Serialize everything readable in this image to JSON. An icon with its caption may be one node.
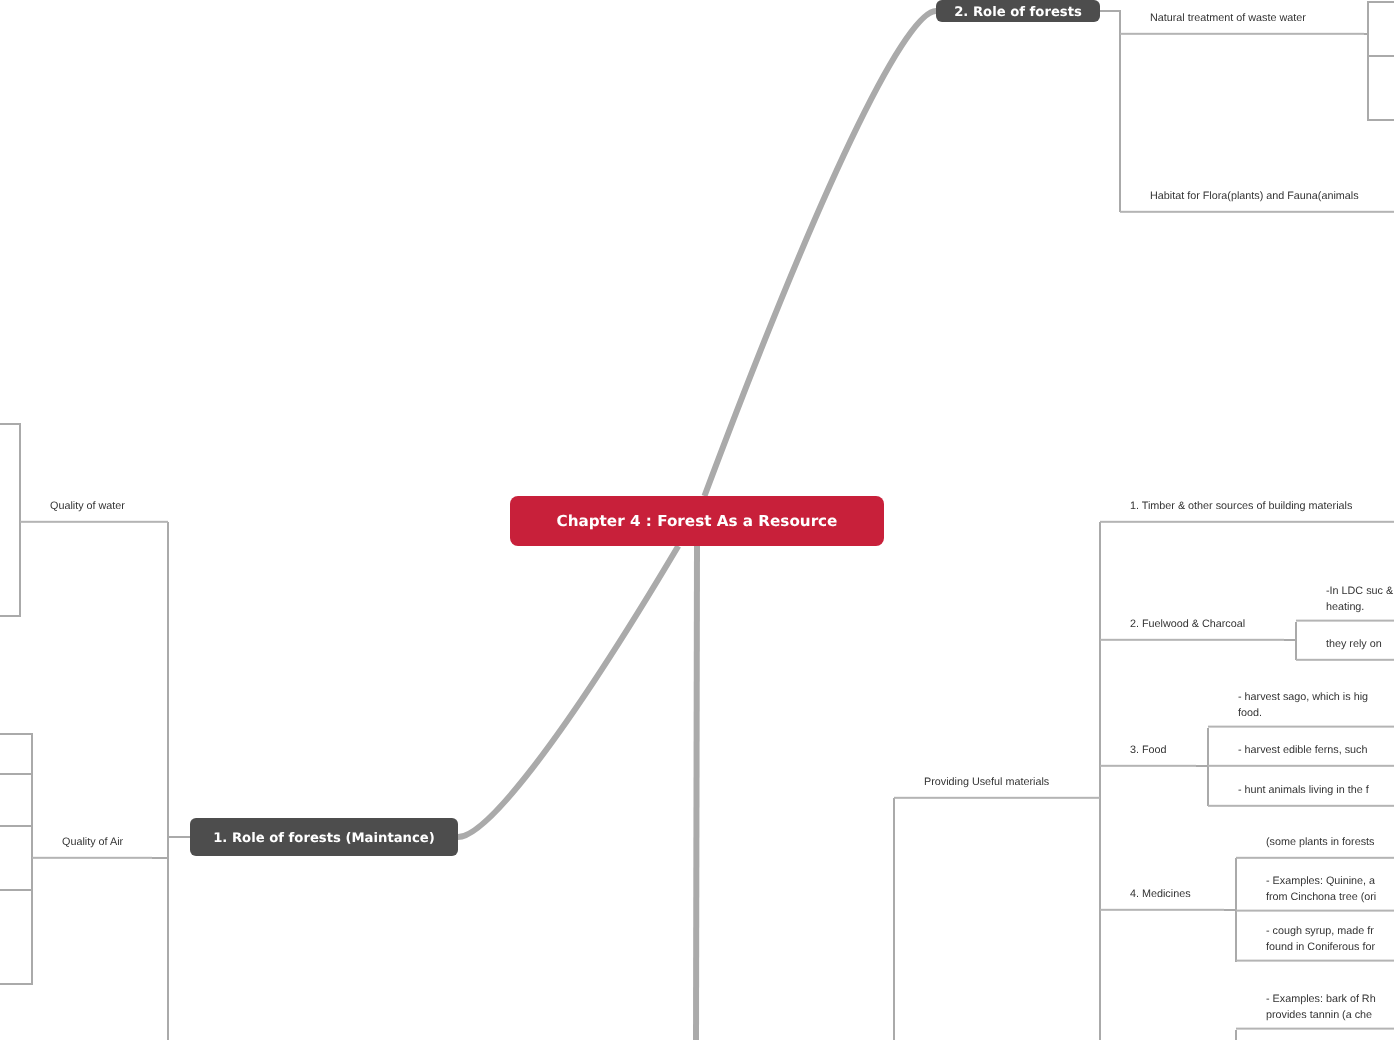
{
  "diagram": {
    "nodes": [
      {
        "text": [
          "Chapter 4 : Forest As a Resource"
        ]
      },
      {
        "text": [
          "2. Role of forests"
        ]
      },
      {
        "text": [
          "1. Role of forests (Maintance)"
        ]
      },
      {
        "text": [
          "Natural treatment of waste water"
        ]
      },
      {
        "text": [
          "Habitat for Flora(plants) and Fauna(animals"
        ]
      },
      {
        "text": [
          "Quality of water"
        ]
      },
      {
        "text": [
          "Quality of Air"
        ]
      },
      {
        "text": [
          "Providing Useful materials"
        ]
      },
      {
        "text": [
          "1. Timber & other sources of building materials"
        ]
      },
      {
        "text": [
          "2. Fuelwood & Charcoal"
        ]
      },
      {
        "text": [
          "3. Food"
        ]
      },
      {
        "text": [
          "4. Medicines"
        ]
      },
      {
        "text": [
          "-In LDC suc & heating."
        ]
      },
      {
        "text": [
          "they rely on"
        ]
      },
      {
        "text": [
          "- harvest sago, which is hig food."
        ]
      },
      {
        "text": [
          "- harvest edible ferns, such"
        ]
      },
      {
        "text": [
          "- hunt animals living in the f"
        ]
      },
      {
        "text": [
          "(some plants in forests"
        ]
      },
      {
        "text": [
          "- Examples: Quinine, a from Cinchona tree (ori"
        ]
      },
      {
        "text": [
          "- cough syrup, made fr found in Coniferous for"
        ]
      },
      {
        "text": [
          "- Examples: bark of Rh provides tannin (a che"
        ]
      }
    ],
    "edges": [
      {
        "from": 0,
        "to": 1,
        "arrow": "none",
        "style": "thick"
      },
      {
        "from": 0,
        "to": 2,
        "arrow": "none",
        "style": "thick"
      },
      {
        "from": 0,
        "to": null,
        "arrow": "none",
        "style": "thick"
      },
      {
        "from": 1,
        "to": 3,
        "arrow": "none"
      },
      {
        "from": 1,
        "to": 4,
        "arrow": "none"
      },
      {
        "from": 3,
        "to": null,
        "arrow": "none"
      },
      {
        "from": 2,
        "to": 5,
        "arrow": "none"
      },
      {
        "from": 2,
        "to": 6,
        "arrow": "none"
      },
      {
        "from": 2,
        "to": null,
        "arrow": "none"
      },
      {
        "from": 5,
        "to": null,
        "arrow": "none"
      },
      {
        "from": 6,
        "to": null,
        "arrow": "none"
      },
      {
        "from": null,
        "to": 7,
        "arrow": "none"
      },
      {
        "from": 7,
        "to": 8,
        "arrow": "none"
      },
      {
        "from": 7,
        "to": 9,
        "arrow": "none"
      },
      {
        "from": 7,
        "to": 10,
        "arrow": "none"
      },
      {
        "from": 7,
        "to": 11,
        "arrow": "none"
      },
      {
        "from": 7,
        "to": null,
        "arrow": "none"
      },
      {
        "from": 9,
        "to": 12,
        "arrow": "none"
      },
      {
        "from": 9,
        "to": 13,
        "arrow": "none"
      },
      {
        "from": 10,
        "to": 14,
        "arrow": "none"
      },
      {
        "from": 10,
        "to": 15,
        "arrow": "none"
      },
      {
        "from": 10,
        "to": 16,
        "arrow": "none"
      },
      {
        "from": 11,
        "to": 17,
        "arrow": "none"
      },
      {
        "from": 11,
        "to": 18,
        "arrow": "none"
      },
      {
        "from": 11,
        "to": 19,
        "arrow": "none"
      },
      {
        "from": null,
        "to": 20,
        "arrow": "none"
      }
    ]
  }
}
